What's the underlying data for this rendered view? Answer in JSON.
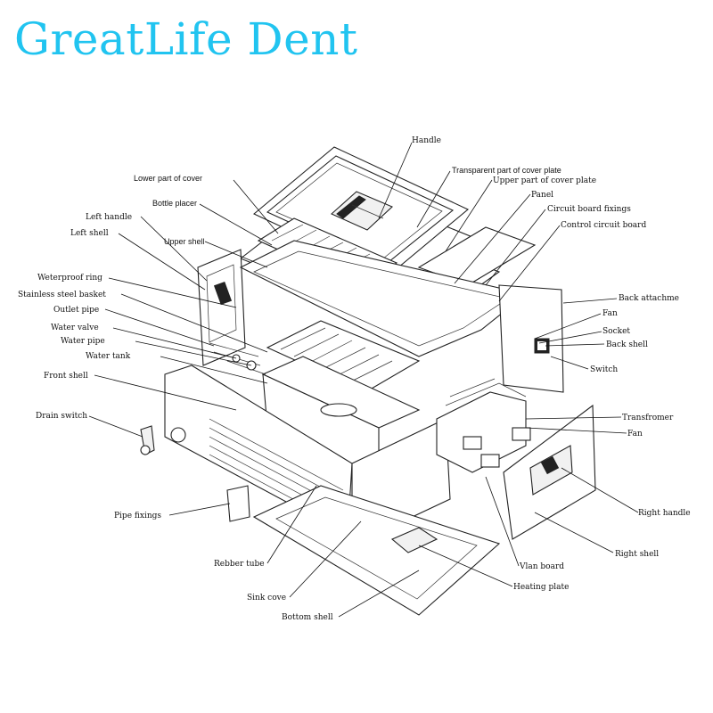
{
  "brand": {
    "title": "GreatLife Dent",
    "color": "#21c4f0"
  },
  "labels": {
    "handle": "Handle",
    "transparent_cover": "Transparent part of cover plate",
    "lower_cover": "Lower part of cover",
    "upper_cover": "Upper part of cover plate",
    "bottle_placer": "Bottle placer",
    "panel": "Panel",
    "circuit_fixings": "Circuit board fixings",
    "left_handle": "Left handle",
    "control_board": "Control circuit board",
    "left_shell": "Left shell",
    "upper_shell": "Upper shell",
    "waterproof_ring": "Weterproof ring",
    "steel_basket": "Stainless steel basket",
    "back_attach": "Back attachme",
    "outlet_pipe": "Outlet pipe",
    "fan_top": "Fan",
    "water_valve": "Water valve",
    "socket": "Socket",
    "water_pipe": "Water pipe",
    "back_shell": "Back shell",
    "water_tank": "Water tank",
    "switch": "Switch",
    "front_shell": "Front shell",
    "drain_switch": "Drain switch",
    "transformer": "Transfromer",
    "fan_bottom": "Fan",
    "right_handle": "Right handle",
    "pipe_fixings": "Pipe fixings",
    "right_shell": "Right shell",
    "rubber_tube": "Rebber tube",
    "vlan_board": "Vlan board",
    "heating_plate": "Heating plate",
    "sink_cove": "Sink cove",
    "bottom_shell": "Bottom shell"
  }
}
